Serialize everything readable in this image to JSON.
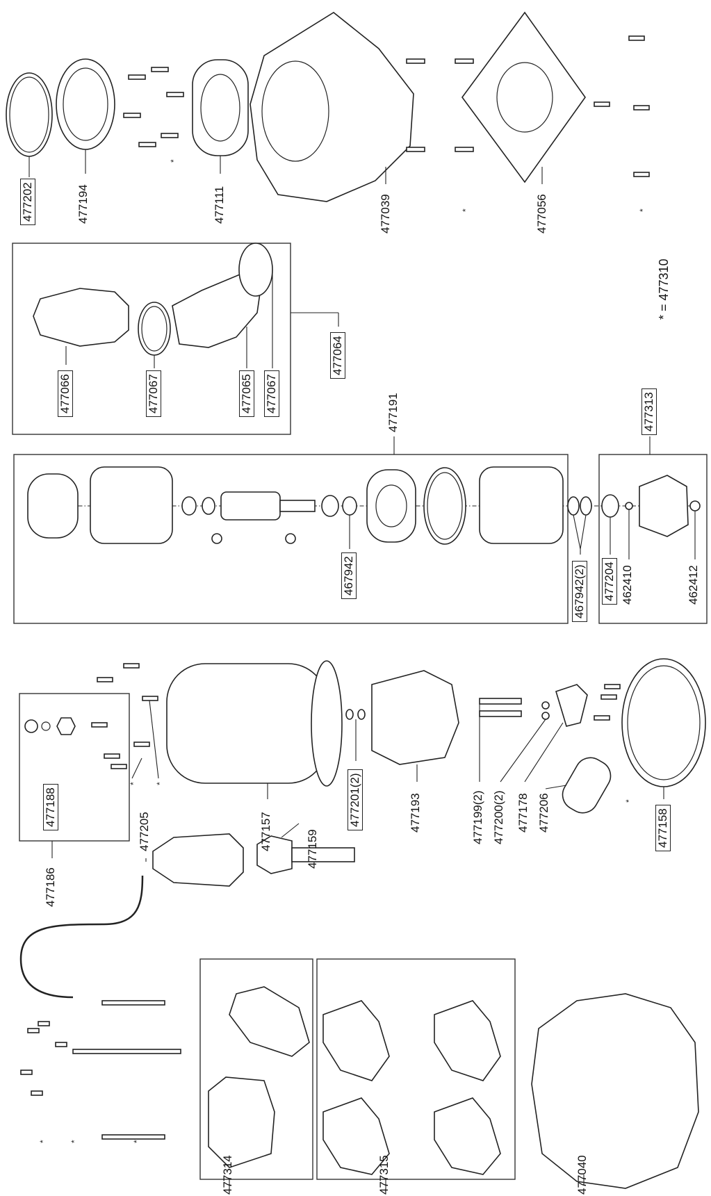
{
  "footnote": "* = 477310",
  "star_mark": "*",
  "labels": [
    {
      "id": "p477202",
      "text": "477202",
      "boxed": true
    },
    {
      "id": "p477194",
      "text": "477194",
      "boxed": false
    },
    {
      "id": "p477111",
      "text": "477111",
      "boxed": false
    },
    {
      "id": "p477039",
      "text": "477039",
      "boxed": false
    },
    {
      "id": "p477056",
      "text": "477056",
      "boxed": false
    },
    {
      "id": "p477066",
      "text": "477066",
      "boxed": true
    },
    {
      "id": "p477067a",
      "text": "477067",
      "boxed": true
    },
    {
      "id": "p477065",
      "text": "477065",
      "boxed": true
    },
    {
      "id": "p477067b",
      "text": "477067",
      "boxed": true
    },
    {
      "id": "p477064",
      "text": "477064",
      "boxed": true
    },
    {
      "id": "p477191",
      "text": "477191",
      "boxed": false
    },
    {
      "id": "p467942",
      "text": "467942",
      "boxed": true
    },
    {
      "id": "p467942x2",
      "text": "467942(2)",
      "boxed": true
    },
    {
      "id": "p477313",
      "text": "477313",
      "boxed": true
    },
    {
      "id": "p477204",
      "text": "477204",
      "boxed": true
    },
    {
      "id": "p462410",
      "text": "462410",
      "boxed": false
    },
    {
      "id": "p462412",
      "text": "462412",
      "boxed": false
    },
    {
      "id": "p477188",
      "text": "477188",
      "boxed": true
    },
    {
      "id": "p477186",
      "text": "477186",
      "boxed": false
    },
    {
      "id": "p477157",
      "text": "477157",
      "boxed": false
    },
    {
      "id": "p477201",
      "text": "477201(2)",
      "boxed": true
    },
    {
      "id": "p477193",
      "text": "477193",
      "boxed": false
    },
    {
      "id": "p477199",
      "text": "477199(2)",
      "boxed": false
    },
    {
      "id": "p477200",
      "text": "477200(2)",
      "boxed": false
    },
    {
      "id": "p477178",
      "text": "477178",
      "boxed": false
    },
    {
      "id": "p477206",
      "text": "477206",
      "boxed": false
    },
    {
      "id": "p477158",
      "text": "477158",
      "boxed": true
    },
    {
      "id": "p477205",
      "text": "477205",
      "boxed": false
    },
    {
      "id": "p477159",
      "text": "477159",
      "boxed": false
    },
    {
      "id": "p477314",
      "text": "477314",
      "boxed": false
    },
    {
      "id": "p477315",
      "text": "477315",
      "boxed": false
    },
    {
      "id": "p477040",
      "text": "477040",
      "boxed": false
    }
  ]
}
